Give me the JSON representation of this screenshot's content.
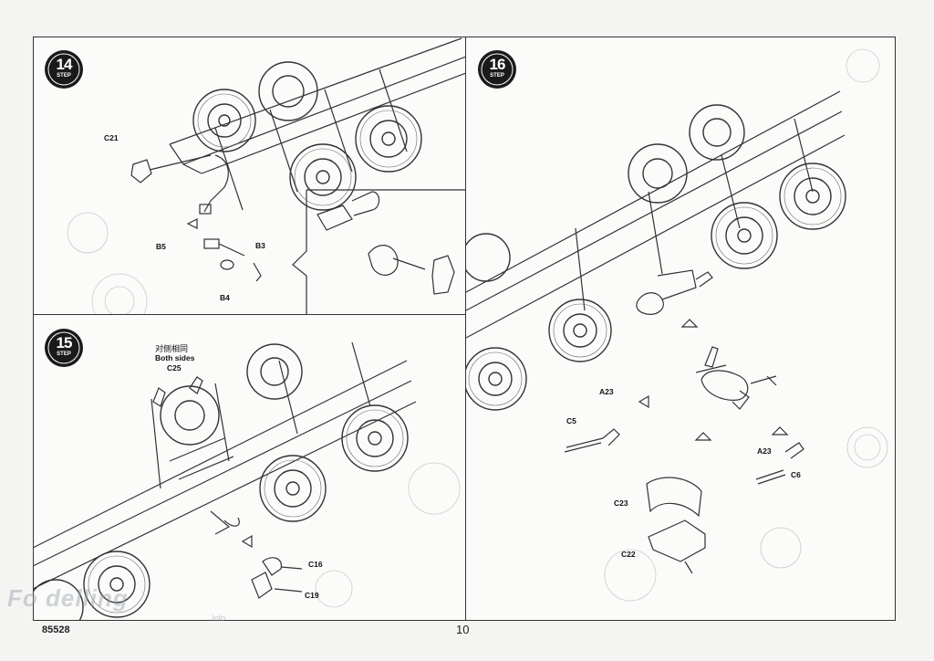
{
  "steps": {
    "s14": {
      "number": "14",
      "word": "STEP"
    },
    "s15": {
      "number": "15",
      "word": "STEP"
    },
    "s16": {
      "number": "16",
      "word": "STEP"
    }
  },
  "labels": {
    "c21": "C21",
    "b5": "B5",
    "b3": "B3",
    "b4": "B4",
    "both_sides_cn": "对侧相同",
    "both_sides_en": "Both sides",
    "c25": "C25",
    "c16": "C16",
    "c19": "C19",
    "a23_a": "A23",
    "c5": "C5",
    "a23_b": "A23",
    "c6": "C6",
    "c23": "C23",
    "c22": "C22"
  },
  "footer": {
    "kit_code": "85528",
    "page_number": "10"
  },
  "watermark": {
    "text": "Fo    delling",
    "sub": "Info"
  }
}
